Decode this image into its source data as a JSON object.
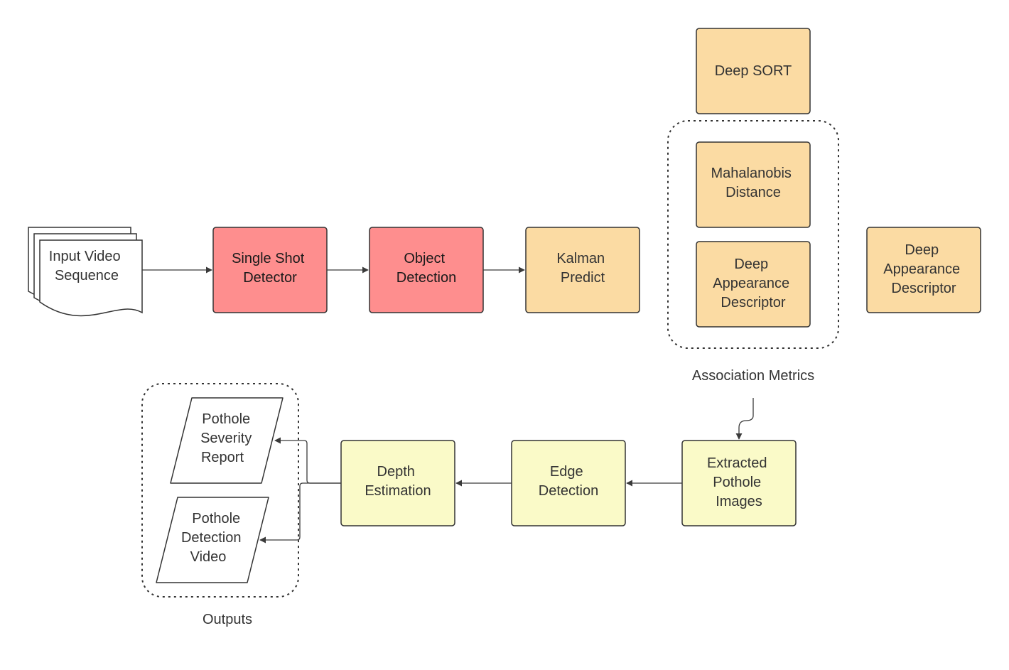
{
  "colors": {
    "red": "#fe8e8e",
    "orange": "#fbdba3",
    "yellow": "#fafac8",
    "stroke": "#3a3a3a",
    "text": "#333333"
  },
  "nodes": {
    "input": [
      "Input Video",
      "Sequence"
    ],
    "ssd": [
      "Single Shot",
      "Detector"
    ],
    "object_detection": [
      "Object",
      "Detection"
    ],
    "kalman": [
      "Kalman",
      "Predict"
    ],
    "deep_sort": [
      "Deep SORT"
    ],
    "mahalanobis": [
      "Mahalanobis",
      "Distance"
    ],
    "deep_app_inner": [
      "Deep",
      "Appearance",
      "Descriptor"
    ],
    "deep_app_right": [
      "Deep",
      "Appearance",
      "Descriptor"
    ],
    "extracted": [
      "Extracted",
      "Pothole",
      "Images"
    ],
    "edge": [
      "Edge",
      "Detection"
    ],
    "depth": [
      "Depth",
      "Estimation"
    ],
    "severity": [
      "Pothole",
      "Severity",
      "Report"
    ],
    "video_out": [
      "Pothole",
      "Detection",
      "Video"
    ]
  },
  "groups": {
    "association": "Association Metrics",
    "outputs": "Outputs"
  }
}
